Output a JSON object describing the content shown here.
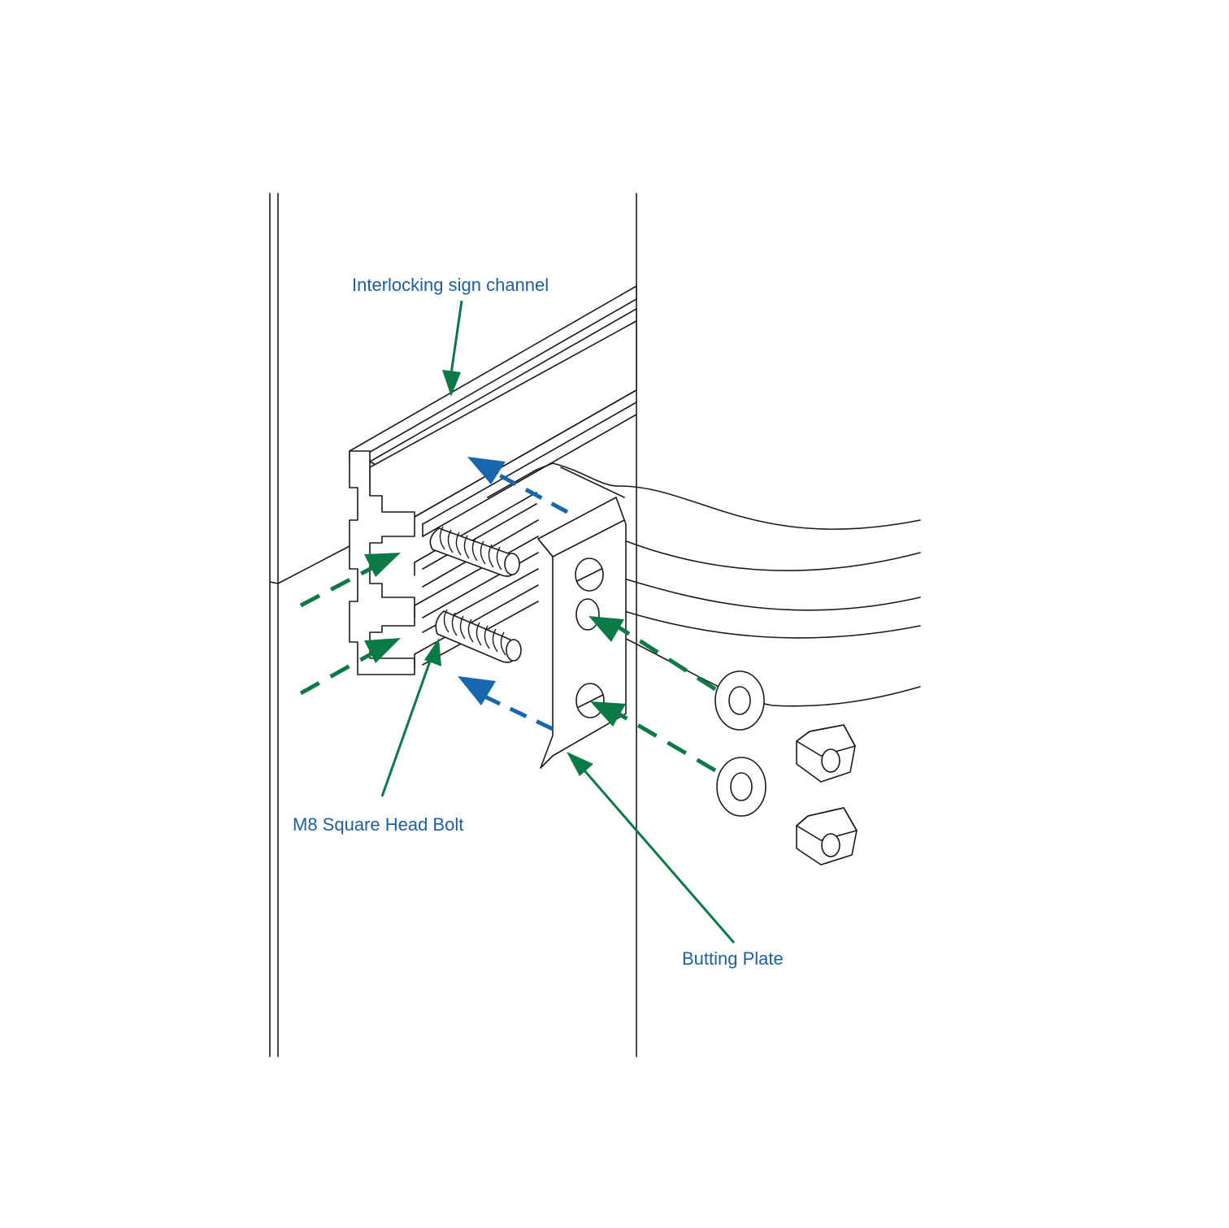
{
  "labels": {
    "channel": "Interlocking sign channel",
    "bolt": "M8 Square Head Bolt",
    "plate": "Butting Plate"
  },
  "colors": {
    "label_text": "#1f5fa0",
    "leader_green": "#0c7a46",
    "arrow_blue": "#1667ad",
    "line_art": "#1a1a1a",
    "background": "#ffffff"
  },
  "components": [
    "post-icon",
    "sign-channel-icon",
    "square-head-bolt-icon",
    "butting-plate-icon",
    "mounting-band-icon",
    "washer-icon",
    "hex-nut-icon"
  ]
}
